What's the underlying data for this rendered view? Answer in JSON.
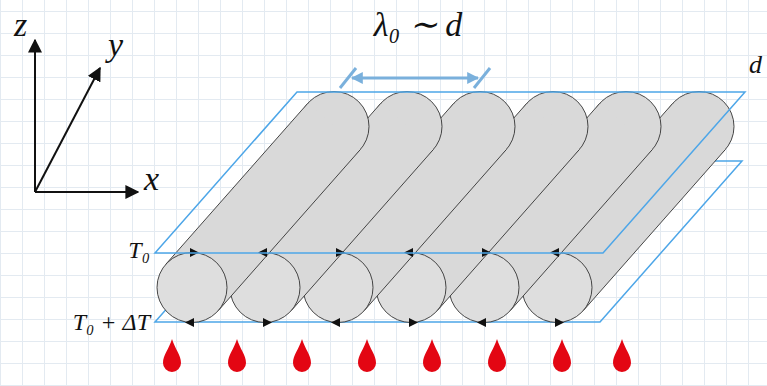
{
  "diagram": {
    "labels": [
      "z",
      "y",
      "x",
      "λ₀ ∼ d",
      "d",
      "T₀",
      "T₀ + ΔT"
    ]
  }
}
